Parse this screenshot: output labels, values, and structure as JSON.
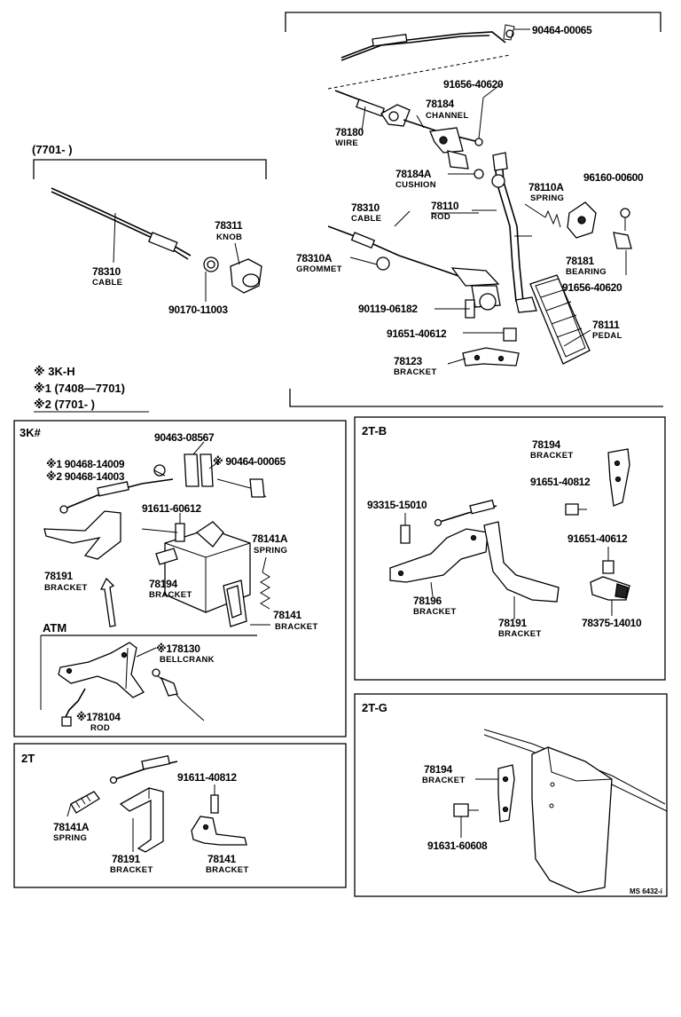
{
  "sections": {
    "main_bracket_label": "(7701-       )",
    "legend": {
      "l1": "※  3K-H",
      "l2": "※1 (7408—7701)",
      "l3": "※2 (7701-       )"
    },
    "p3k": "3K#",
    "atm": "ATM",
    "p2t": "2T",
    "p2tb": "2T-B",
    "p2tg": "2T-G"
  },
  "top": {
    "c1": "90464-00065",
    "c2": "91656-40620",
    "c3": "78184",
    "c3n": "CHANNEL",
    "c4": "78180",
    "c4n": "WIRE",
    "c5": "78184A",
    "c5n": "CUSHION",
    "c6": "78110A",
    "c6n": "SPRING",
    "c7": "96160-00600",
    "c8": "78310",
    "c8n": "CABLE",
    "c9": "78110",
    "c9n": "ROD",
    "c10": "78310A",
    "c10n": "GROMMET",
    "c11": "78181",
    "c11n": "BEARING",
    "c12": "91656-40620",
    "c13": "90119-06182",
    "c14": "78111",
    "c14n": "PEDAL",
    "c15": "91651-40612",
    "c16": "78123",
    "c16n": "BRACKET"
  },
  "left": {
    "a1": "78311",
    "a1n": "KNOB",
    "a2": "78310",
    "a2n": "CABLE",
    "a3": "90170-11003"
  },
  "k3": {
    "b1": "90463-08567",
    "b2": "※1 90468-14009",
    "b3": "※2 90468-14003",
    "b4": "※ 90464-00065",
    "b5": "91611-60612",
    "b6": "78141A",
    "b6n": "SPRING",
    "b7": "78191",
    "b7n": "BRACKET",
    "b8": "78194",
    "b8n": "BRACKET",
    "b9": "78141",
    "b9n": "BRACKET",
    "b10": "※178130",
    "b10n": "BELLCRANK",
    "b11": "※178104",
    "b11n": "ROD"
  },
  "t2": {
    "d1": "91611-40812",
    "d2": "78141A",
    "d2n": "SPRING",
    "d3": "78191",
    "d3n": "BRACKET",
    "d4": "78141",
    "d4n": "BRACKET"
  },
  "t2b": {
    "e1": "78194",
    "e1n": "BRACKET",
    "e2": "93315-15010",
    "e3": "91651-40812",
    "e4": "91651-40612",
    "e5": "78196",
    "e5n": "BRACKET",
    "e6": "78191",
    "e6n": "BRACKET",
    "e7": "78375-14010"
  },
  "t2g": {
    "f1": "78194",
    "f1n": "BRACKET",
    "f2": "91631-60608"
  },
  "footer_code": "MS 6432-i"
}
